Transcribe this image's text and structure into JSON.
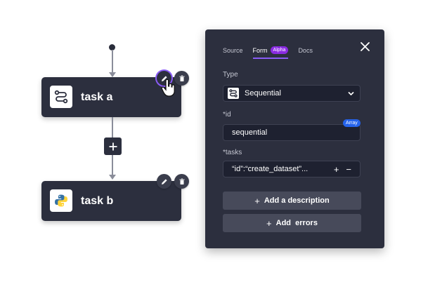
{
  "flow": {
    "task_a": {
      "label": "task a",
      "icon": "sequential-icon"
    },
    "task_b": {
      "label": "task b",
      "icon": "python-icon"
    },
    "add_icon": "plus-icon"
  },
  "panel": {
    "tabs": [
      {
        "label": "Source",
        "active": false
      },
      {
        "label": "Form",
        "active": true,
        "badge": "Alpha"
      },
      {
        "label": "Docs",
        "active": false
      }
    ],
    "type_label": "Type",
    "type_value": "Sequential",
    "id_label": "*id",
    "id_value": "sequential",
    "tasks_label": "*tasks",
    "tasks_badge": "Array",
    "tasks_value": "“id”:“create_dataset”...",
    "tasks_add": "+",
    "tasks_remove": "−",
    "add_description": "Add a description",
    "add_errors": "Add  errors",
    "plus": "+"
  },
  "colors": {
    "panel_bg": "#2c2f3e",
    "accent_purple": "#8a5cf6",
    "array_blue": "#2563eb"
  }
}
